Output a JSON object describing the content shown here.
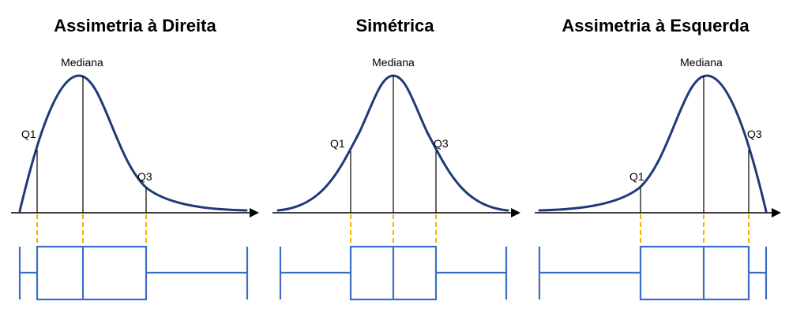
{
  "colors": {
    "curve": "#1f3a7a",
    "box": "#3a6cc8",
    "connector": "#f2b100",
    "axis": "#000000",
    "text": "#000000"
  },
  "panels": [
    {
      "id": "right-skewed",
      "title": "Assimetria à Direita",
      "labels": {
        "q1": "Q1",
        "median": "Mediana",
        "q3": "Q3"
      }
    },
    {
      "id": "symmetric",
      "title": "Simétrica",
      "labels": {
        "q1": "Q1",
        "median": "Mediana",
        "q3": "Q3"
      }
    },
    {
      "id": "left-skewed",
      "title": "Assimetria à Esquerda",
      "labels": {
        "q1": "Q1",
        "median": "Mediana",
        "q3": "Q3"
      }
    }
  ]
}
